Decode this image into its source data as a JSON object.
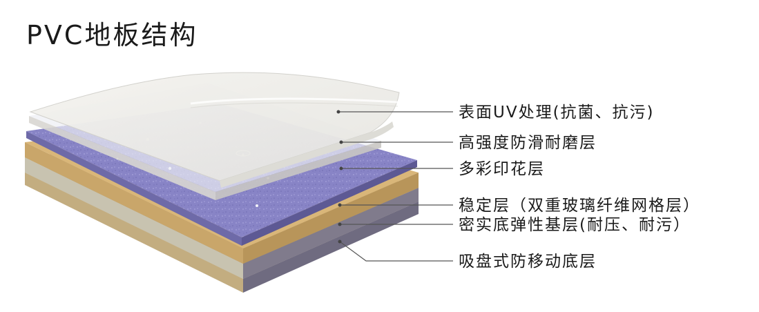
{
  "title": "PVC地板结构",
  "layers": [
    {
      "label": "表面UV处理(抗菌、抗污)"
    },
    {
      "label": "高强度防滑耐磨层"
    },
    {
      "label": "多彩印花层"
    },
    {
      "label": "稳定层（双重玻璃纤维网格层）"
    },
    {
      "label": "密实底弹性基层(耐压、耐污）"
    },
    {
      "label": "吸盘式防移动底层"
    }
  ],
  "colors": {
    "uv_film": "#ecece8",
    "wear_layer": "#e6e8ee",
    "print_layer": "#8a86c8",
    "stable_layer": "#d9b679",
    "elastic_base": "#ad9a78",
    "bottom_layer": "#6f6b80",
    "leader_line": "#555555"
  }
}
